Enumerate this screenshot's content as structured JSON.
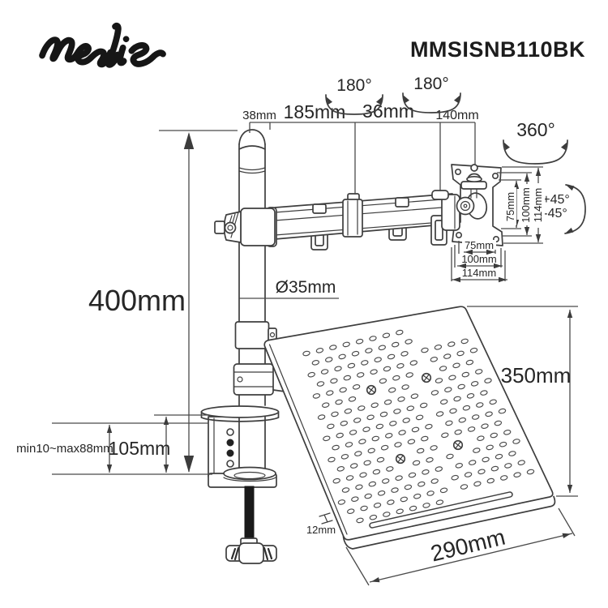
{
  "colors": {
    "ink": "#262626",
    "line": "#3e3e3e",
    "background": "#ffffff"
  },
  "brand": {
    "name": "nedis"
  },
  "header": {
    "model": "MMSISNB110BK"
  },
  "dims": {
    "pole_top_width": "38mm",
    "arm_front_segment": "185mm",
    "arm_mid_joint": "36mm",
    "arm_rear_segment": "140mm",
    "swivel_front": "180°",
    "swivel_rear": "180°",
    "rotate_head": "360°",
    "tilt_up": "+45°",
    "tilt_down": "-45°",
    "vesa_vertical_75": "75mm",
    "vesa_vertical_100": "100mm",
    "vesa_vertical_114": "114mm",
    "vesa_horizontal_75": "75mm",
    "vesa_horizontal_100": "100mm",
    "vesa_horizontal_114": "114mm",
    "pole_height": "400mm",
    "pole_diameter": "Ø35mm",
    "clamp_height": "105mm",
    "clamp_range": "min10~max88mm",
    "tray_depth": "350mm",
    "tray_width": "290mm",
    "tray_lip": "12mm"
  }
}
